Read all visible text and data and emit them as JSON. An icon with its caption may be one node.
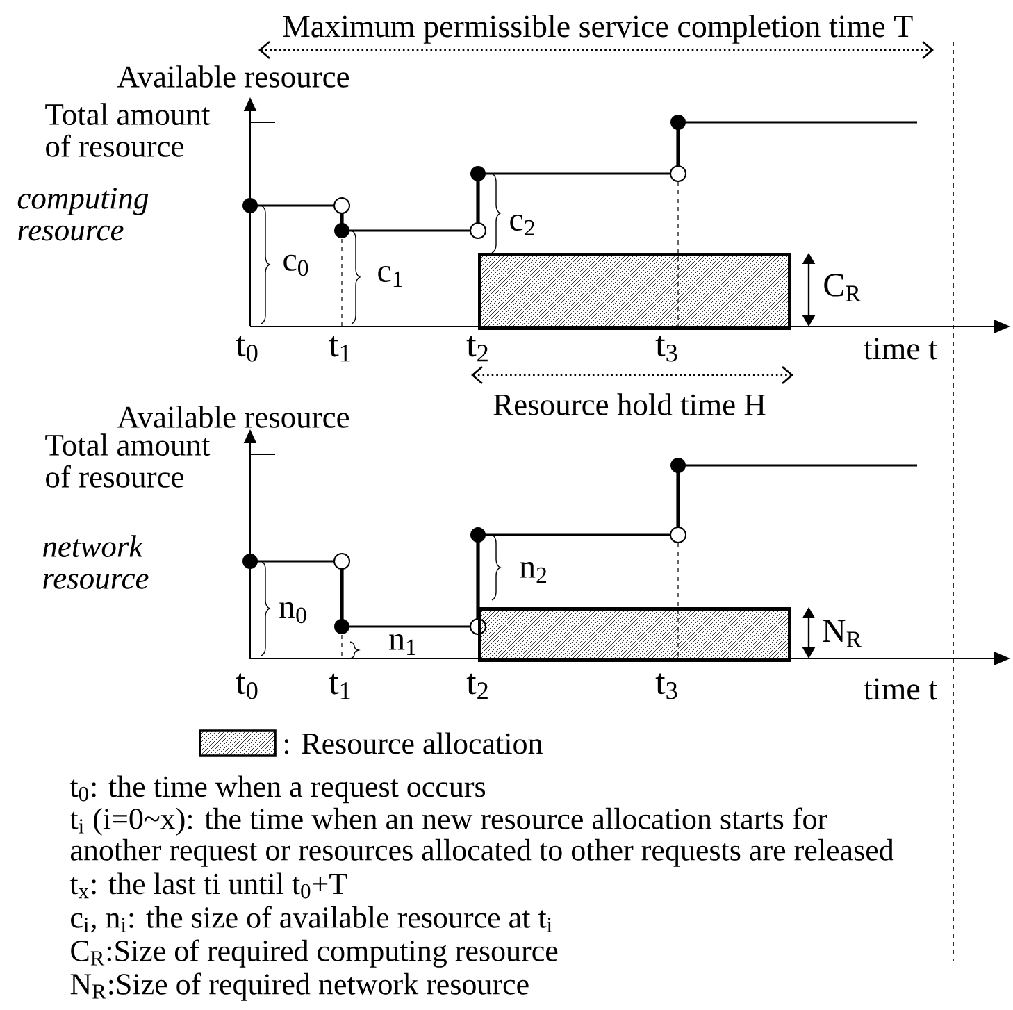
{
  "diagram": {
    "nodes": [
      {
        "text": [],
        "shape": "box"
      },
      {
        "text": [],
        "shape": "box"
      }
    ],
    "labels": [
      "Maximum permissible service completion time T",
      "Available resource",
      "Total amount of resource",
      "computing resource",
      "c$_{0}$",
      "c$_{1}$",
      "c$_{2}$",
      "C$_{R}$",
      "t$_{0}$",
      "t$_{1}$",
      "t$_{2}$",
      "t$_{3}$",
      "time t",
      "Resource hold time H",
      "Available resource",
      "Total amount of resource",
      "network resource",
      "n$_{0}$",
      "n$_{1}$",
      "n$_{2}$",
      "N$_{R}$",
      "t$_{0}$",
      "t$_{1}$",
      "t$_{2}$",
      "t$_{3}$",
      "time t",
      "t$_{0}$: the time when a request occurs",
      "t$_{i}$ (i=0~x): the time when an new resource allocation starts for another request or resources allocated to other requests are released",
      "t$_{x}$: the last ti until t$_{0}$+T",
      "c$_{i}$, n$_{i}$: the size of available resource at t$_{i}$",
      "C$_{R}$:Size of required computing resource",
      "N$_{R}$:Size of required network resource"
    ],
    "legend": [
      {
        "text": ": Resource allocation"
      }
    ]
  }
}
